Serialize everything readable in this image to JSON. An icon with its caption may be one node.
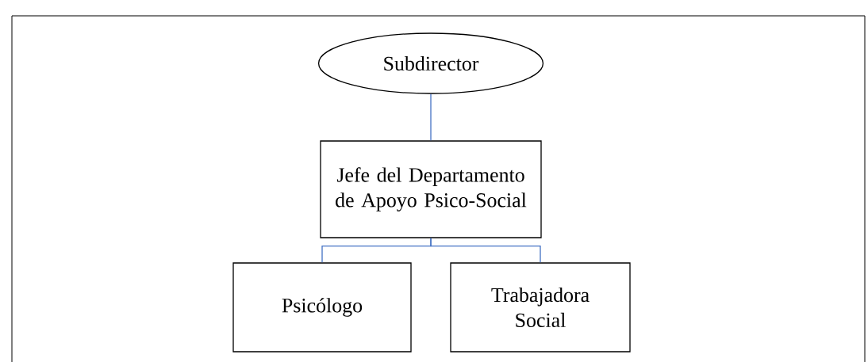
{
  "diagram": {
    "nodes": [
      {
        "text": [
          "Subdirector"
        ]
      },
      {
        "text": [
          "Jefe del Departamento de Apoyo Psico-Social"
        ]
      },
      {
        "text": [
          "Psicólogo"
        ]
      },
      {
        "text": [
          "Trabajadora Social"
        ]
      }
    ],
    "edges": [
      {
        "from": 0,
        "to": 1,
        "arrow": "none"
      },
      {
        "from": 1,
        "to": 2,
        "arrow": "none"
      },
      {
        "from": 1,
        "to": 3,
        "arrow": "none"
      }
    ]
  }
}
